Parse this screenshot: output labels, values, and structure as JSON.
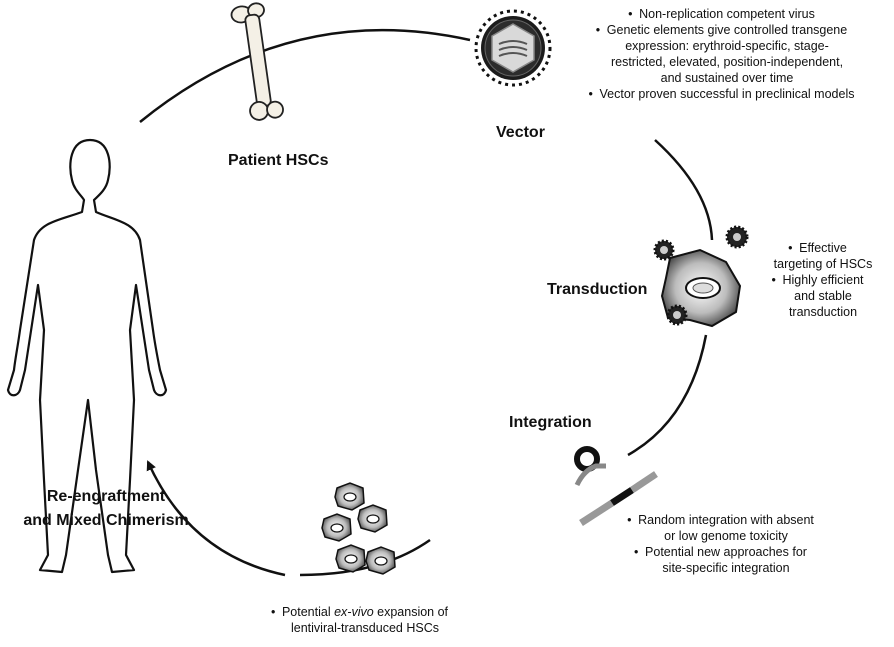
{
  "labels": {
    "patient_hscs": "Patient HSCs",
    "vector": "Vector",
    "transduction": "Transduction",
    "integration": "Integration",
    "reengraft_line1": "Re-engraftment",
    "reengraft_line2": "and Mixed Chimerism"
  },
  "vector_notes": [
    "Non-replication competent virus",
    "Genetic elements give controlled transgene",
    "expression:  erythroid-specific, stage-",
    "restricted, elevated, position-independent,",
    "and sustained over time",
    "Vector proven successful in preclinical models"
  ],
  "transduction_notes": [
    "Effective",
    "targeting of HSCs",
    "Highly efficient",
    "and stable",
    "transduction"
  ],
  "integration_notes": [
    "Random integration with absent",
    "or low genome toxicity",
    "Potential new approaches for",
    "site-specific integration"
  ],
  "expansion_notes": {
    "prefix": "Potential ",
    "italic": "ex-vivo",
    "suffix": " expansion of",
    "line2": "lentiviral-transduced HSCs"
  }
}
